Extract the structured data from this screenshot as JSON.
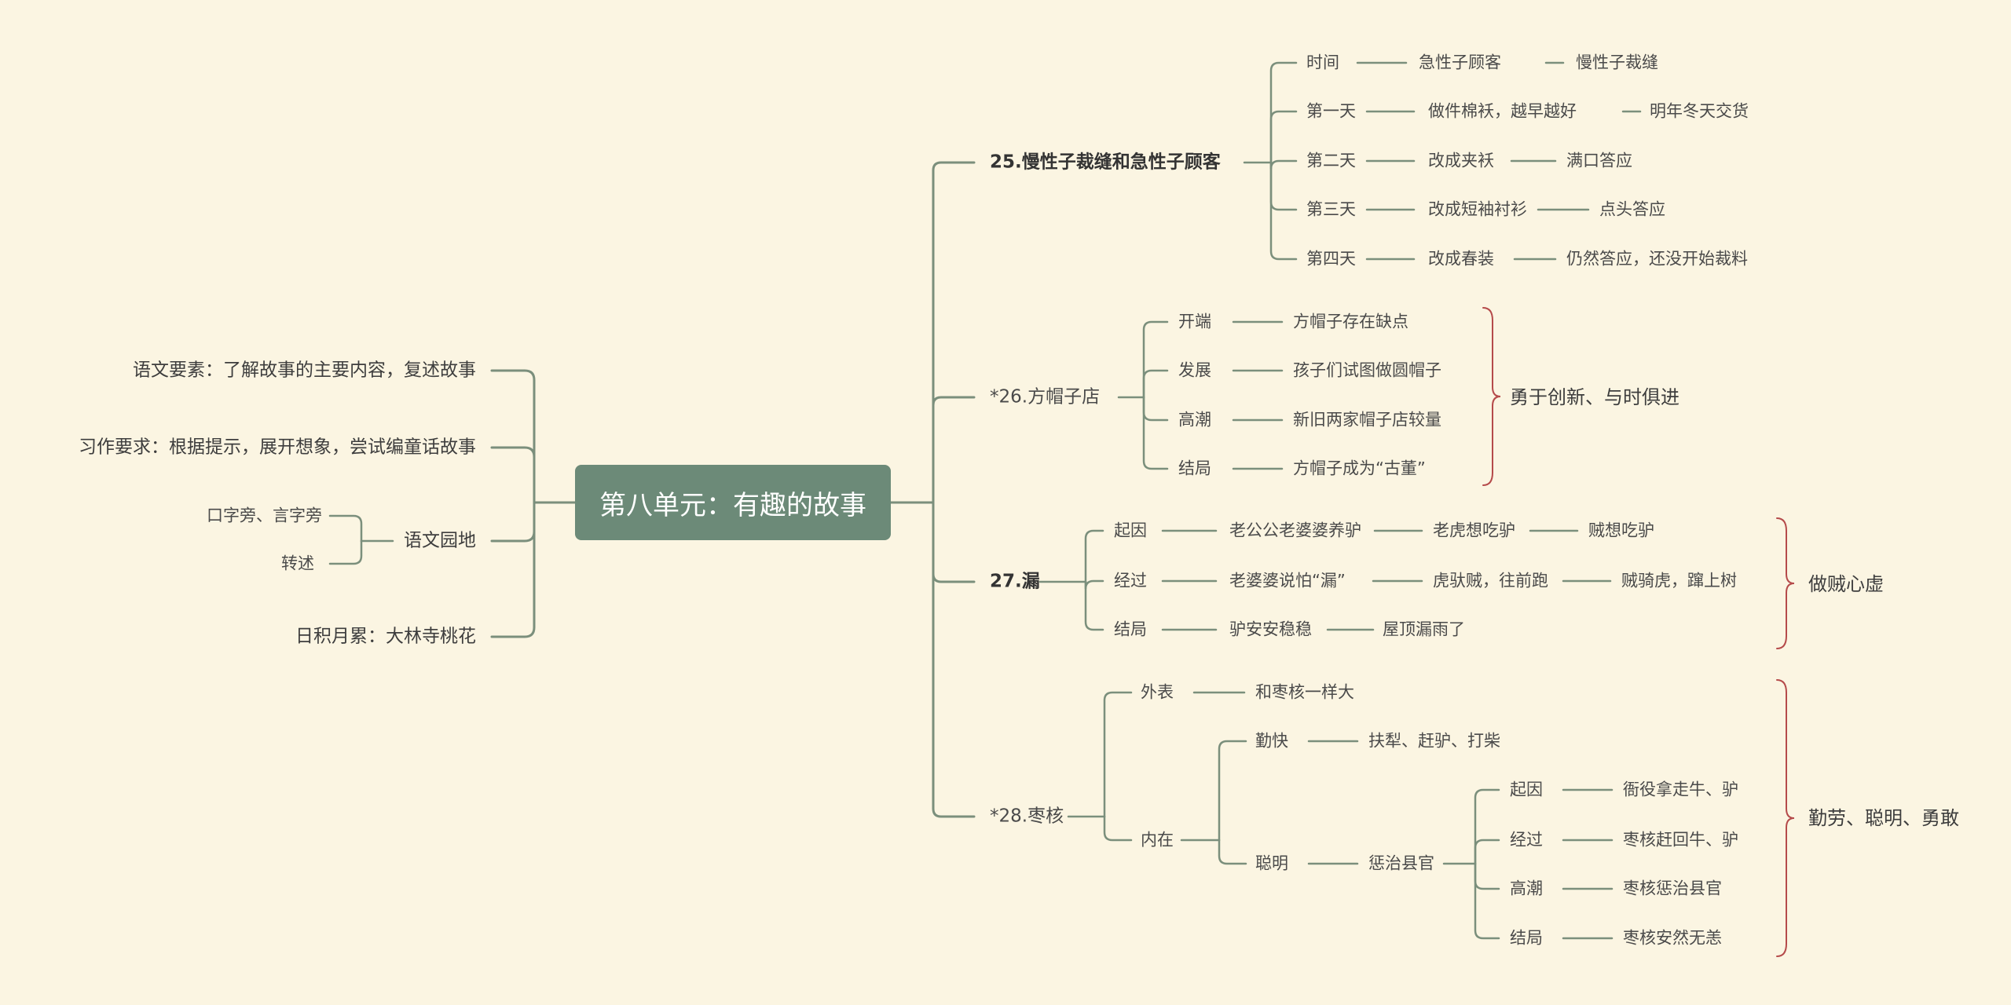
{
  "colors": {
    "background": "#fbf5e2",
    "branch": "#7b8f7c",
    "root_fill": "#6c8a78",
    "brace": "#b54a4a"
  },
  "root": "第八单元：有趣的故事",
  "left": {
    "l1": "语文要素：了解故事的主要内容，复述故事",
    "l2": "习作要求：根据提示，展开想象，尝试编童话故事",
    "garden": {
      "label": "语文园地",
      "c1": "口字旁、言字旁",
      "c2": "转述"
    },
    "l4": "日积月累：大林寺桃花"
  },
  "b25": {
    "title": "25.慢性子裁缝和急性子顾客",
    "rows": [
      [
        "时间",
        "急性子顾客",
        "慢性子裁缝"
      ],
      [
        "第一天",
        "做件棉袄，越早越好",
        "明年冬天交货"
      ],
      [
        "第二天",
        "改成夹袄",
        "满口答应"
      ],
      [
        "第三天",
        "改成短袖衬衫",
        "点头答应"
      ],
      [
        "第四天",
        "改成春装",
        "仍然答应，还没开始裁料"
      ]
    ]
  },
  "b26": {
    "title": "*26.方帽子店",
    "rows": [
      [
        "开端",
        "方帽子存在缺点"
      ],
      [
        "发展",
        "孩子们试图做圆帽子"
      ],
      [
        "高潮",
        "新旧两家帽子店较量"
      ],
      [
        "结局",
        "方帽子成为“古董”"
      ]
    ],
    "summary": "勇于创新、与时俱进"
  },
  "b27": {
    "title": "27.漏",
    "rows": [
      [
        "起因",
        "老公公老婆婆养驴",
        "老虎想吃驴",
        "贼想吃驴"
      ],
      [
        "经过",
        "老婆婆说怕“漏”",
        "虎驮贼，往前跑",
        "贼骑虎，蹿上树"
      ],
      [
        "结局",
        "驴安安稳稳",
        "屋顶漏雨了"
      ]
    ],
    "summary": "做贼心虚"
  },
  "b28": {
    "title": "*28.枣核",
    "outer": {
      "label": "外表",
      "value": "和枣核一样大"
    },
    "inner": {
      "label": "内在",
      "qin": {
        "label": "勤快",
        "value": "扶犁、赶驴、打柴"
      },
      "cong": {
        "label": "聪明",
        "mid": "惩治县官",
        "rows": [
          [
            "起因",
            "衙役拿走牛、驴"
          ],
          [
            "经过",
            "枣核赶回牛、驴"
          ],
          [
            "高潮",
            "枣核惩治县官"
          ],
          [
            "结局",
            "枣核安然无恙"
          ]
        ]
      }
    },
    "summary": "勤劳、聪明、勇敢"
  }
}
